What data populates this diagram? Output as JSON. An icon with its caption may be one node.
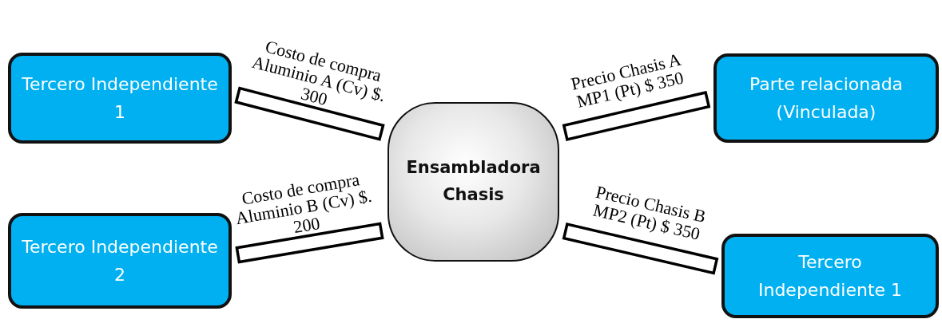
{
  "diagram": {
    "nodes": [
      {
        "text": [
          "Tercero Independiente 1"
        ]
      },
      {
        "text": [
          "Parte relacionada (Vinculada)"
        ]
      },
      {
        "text": [
          "Ensambladora Chasis"
        ]
      },
      {
        "text": [
          "Tercero Independiente 2"
        ]
      },
      {
        "text": [
          "Tercero Independiente 1"
        ]
      }
    ],
    "edges": [
      {
        "from": 0,
        "to": 2,
        "arrow": "none",
        "style": "thick",
        "label": "Costo de compra Aluminio A (Cv) $. 300"
      },
      {
        "from": 1,
        "to": 2,
        "arrow": "none",
        "style": "thick",
        "label": "Precio Chasis A MP1 (Pt) $ 350"
      },
      {
        "from": 3,
        "to": 2,
        "arrow": "none",
        "style": "thick",
        "label": "Costo de compra Aluminio B (Cv) $. 200"
      },
      {
        "from": 4,
        "to": 2,
        "arrow": "none",
        "style": "thick",
        "label": "Precio Chasis B MP2 (Pt) $ 350"
      }
    ]
  }
}
